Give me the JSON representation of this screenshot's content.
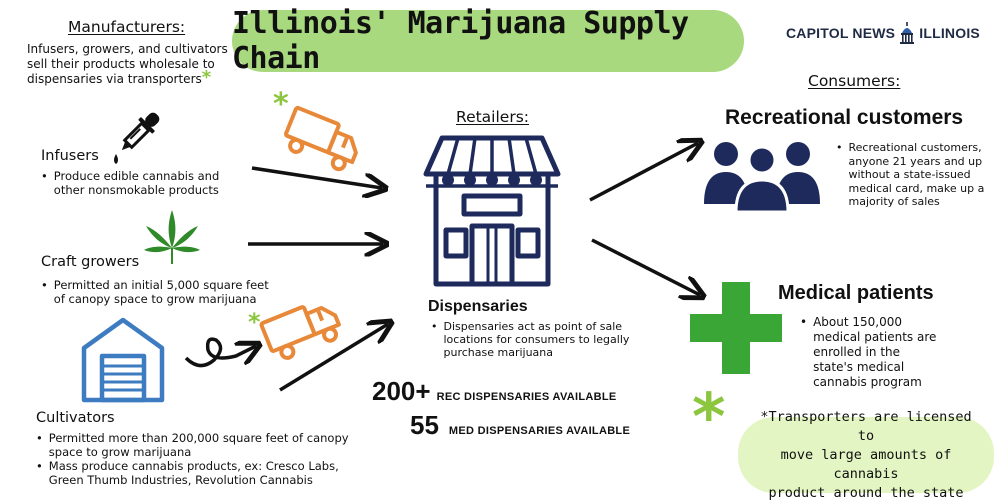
{
  "title": "Illinois' Marijuana Supply Chain",
  "logo": {
    "left": "CAPITOL NEWS",
    "right": "ILLINOIS"
  },
  "manufacturers": {
    "heading": "Manufacturers:",
    "description": [
      "Infusers, growers, and cultivators",
      "sell their products wholesale to",
      "dispensaries via transporters"
    ],
    "asterisk": "*"
  },
  "infusers": {
    "title": "Infusers",
    "bullets": [
      [
        "Produce edible cannabis and",
        "other nonsmokable products"
      ]
    ]
  },
  "craft_growers": {
    "title": "Craft growers",
    "bullets": [
      [
        "Permitted an initial 5,000 square feet",
        "of canopy space to grow marijuana"
      ]
    ]
  },
  "cultivators": {
    "title": "Cultivators",
    "bullets": [
      [
        "Permitted more than 200,000 square feet of canopy",
        "space to grow marijuana"
      ],
      [
        "Mass produce cannabis products, ex: Cresco Labs,",
        "Green Thumb Industries, Revolution Cannabis"
      ]
    ]
  },
  "retailers": {
    "heading": "Retailers:",
    "dispensaries_title": "Dispensaries",
    "bullets": [
      [
        "Dispensaries act as point of sale",
        "locations for consumers to legally",
        "purchase marijuana"
      ]
    ]
  },
  "stats": [
    {
      "number": "200+",
      "label": "REC DISPENSARIES AVAILABLE"
    },
    {
      "number": "55",
      "label": "MED DISPENSARIES AVAILABLE"
    }
  ],
  "consumers": {
    "heading": "Consumers:",
    "recreational": {
      "title": "Recreational customers",
      "bullets": [
        [
          "Recreational customers,",
          "anyone 21 years and up",
          "without a state-issued",
          "medical card, make up a",
          "majority of sales"
        ]
      ]
    },
    "medical": {
      "title": "Medical patients",
      "bullets": [
        [
          "About 150,000",
          "medical patients are",
          "enrolled in the",
          "state's medical",
          "cannabis program"
        ]
      ]
    }
  },
  "transporter_note": {
    "asterisk": "*",
    "lines": [
      "*Transporters are licensed to",
      "move large amounts of cannabis",
      "product around the state"
    ]
  },
  "bullet_char": "•",
  "colors": {
    "title_pill": "#a8d97e",
    "note_pill": "#e3f5c2",
    "asterisk_green": "#8cc63f",
    "cross_green": "#3aa635",
    "truck_orange": "#e8893a",
    "store_navy": "#1f2a5c",
    "warehouse_blue": "#3e7cc2",
    "leaf_green": "#2f8a2a",
    "people_navy": "#1f2a5c"
  },
  "icons": [
    "dropper-icon",
    "truck-icon",
    "cannabis-leaf-icon",
    "warehouse-icon",
    "storefront-icon",
    "people-group-icon",
    "medical-cross-icon",
    "capitol-dome-icon",
    "asterisk-icon"
  ]
}
